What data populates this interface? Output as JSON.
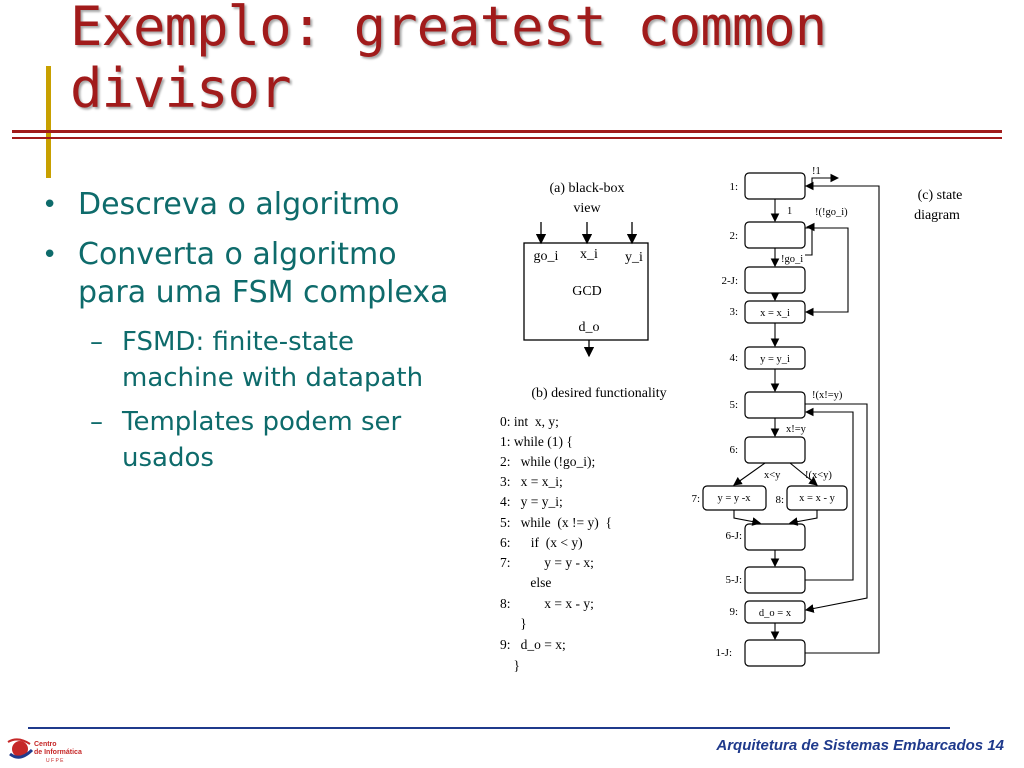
{
  "slide": {
    "title_line1": "Exemplo: greatest common",
    "title_line2": "divisor",
    "bullets": [
      "Descreva o algoritmo",
      "Converta o algoritmo para uma FSM complexa"
    ],
    "sub_bullets": [
      "FSMD: finite-state machine with datapath",
      "Templates podem ser usados"
    ],
    "footer": "Arquitetura de Sistemas Embarcados 14",
    "logo_text_1": "Centro",
    "logo_text_2": "de Informática",
    "logo_text_3": "U F P E"
  },
  "diagram": {
    "blackbox": {
      "caption_1": "(a) black-box",
      "caption_2": "view",
      "in1": "go_i",
      "in2": "x_i",
      "in3": "y_i",
      "name": "GCD",
      "out": "d_o"
    },
    "functionality": {
      "caption": "(b) desired functionality",
      "lines": [
        "0: int  x, y;",
        "1: while (1) {",
        "2:   while (!go_i);",
        "3:   x = x_i;",
        "4:   y = y_i;",
        "5:   while  (x != y)  {",
        "6:      if  (x < y)",
        "7:          y = y - x;",
        "         else",
        "8:          x = x - y;",
        "      }",
        "9:   d_o = x;",
        "    }"
      ]
    },
    "state": {
      "caption_1": "(c) state",
      "caption_2": "diagram",
      "labels": [
        "1:",
        "2:",
        "2-J:",
        "3:",
        "4:",
        "5:",
        "6:",
        "7:",
        "8:",
        "6-J:",
        "5-J:",
        "9:",
        "1-J:"
      ],
      "box_texts": {
        "s3": "x = x_i",
        "s4": "y = y_i",
        "s7": "y = y -x",
        "s8": "x = x - y",
        "s9": "d_o = x"
      },
      "edge_labels": {
        "not1": "!1",
        "one": "1",
        "notnotgo": "!(!go_i)",
        "notgo": "!go_i",
        "notxney": "!(x!=y)",
        "xney": "x!=y",
        "xlty": "x<y",
        "notxlty": "!(x<y)"
      }
    }
  }
}
